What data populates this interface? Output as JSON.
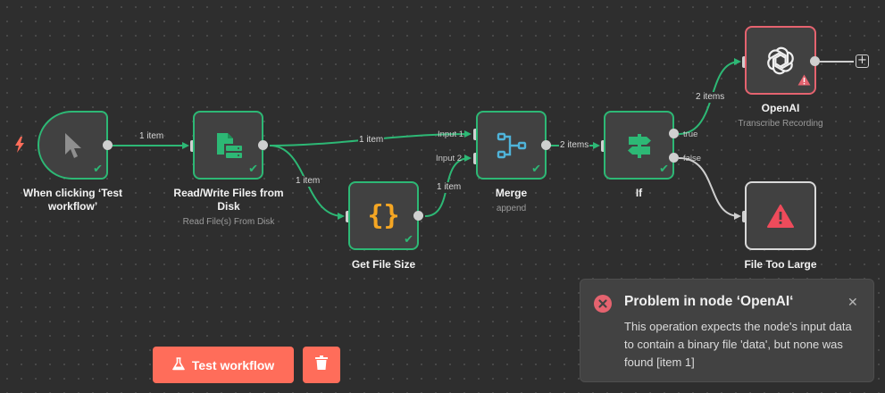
{
  "canvas": {
    "trigger_icon": "lightning-bolt-icon",
    "add_icon": "plus-icon"
  },
  "nodes": {
    "trigger": {
      "label": "When clicking ‘Test workflow’",
      "label_line1": "When clicking ‘Test",
      "label_line2": "workflow’",
      "icon": "cursor-pointer-icon",
      "status": "success"
    },
    "read_write": {
      "label_line1": "Read/Write Files from",
      "label_line2": "Disk",
      "subtitle": "Read File(s) From Disk",
      "icon": "file-disk-icon",
      "status": "success"
    },
    "get_file_size": {
      "label": "Get File Size",
      "icon": "code-braces-icon",
      "status": "success"
    },
    "merge": {
      "label": "Merge",
      "subtitle": "append",
      "icon": "merge-icon",
      "status": "success",
      "inputs": [
        "Input 1",
        "Input 2"
      ]
    },
    "if": {
      "label": "If",
      "icon": "signpost-icon",
      "status": "success",
      "outputs": [
        "true",
        "false"
      ]
    },
    "openai": {
      "label": "OpenAI",
      "subtitle": "Transcribe Recording",
      "icon": "openai-logo-icon",
      "status": "error"
    },
    "file_too_large": {
      "label": "File Too Large",
      "icon": "warning-triangle-icon"
    }
  },
  "edges": {
    "trigger_to_read": "1 item",
    "read_to_merge": "1 item",
    "read_to_size": "1 item",
    "size_to_merge": "1 item",
    "merge_to_if": "2 items",
    "if_to_openai": "2 items"
  },
  "toolbar": {
    "test_label": "Test workflow",
    "test_icon": "flask-icon",
    "delete_icon": "trash-icon"
  },
  "toast": {
    "title": "Problem in node ‘OpenAI‘",
    "message": "This operation expects the node's input data to contain a binary file 'data', but none was found [item 1]",
    "close_icon": "close-icon"
  },
  "colors": {
    "success": "#2db875",
    "error": "#e5636f",
    "accent": "#ff6d5a",
    "canvas": "#2e2e2e"
  }
}
